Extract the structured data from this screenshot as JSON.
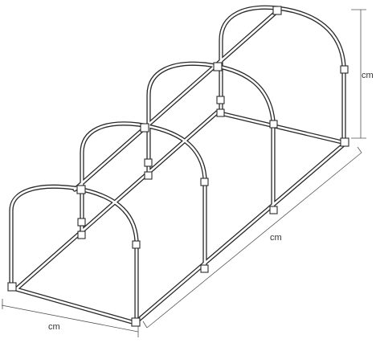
{
  "dimensions": {
    "width_label": "cm",
    "length_label": "cm",
    "height_label": "cm"
  }
}
